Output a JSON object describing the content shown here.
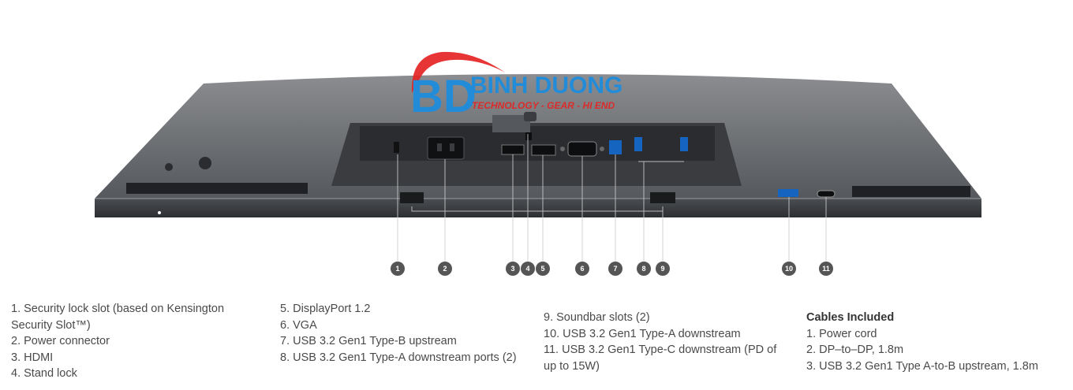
{
  "logo": {
    "initials": "BD",
    "name": "BINH DUONG",
    "tagline": "TECHNOLOGY - GEAR - HI END",
    "colors": {
      "blue": "#1b8de0",
      "red": "#e52424"
    }
  },
  "callouts": [
    "1",
    "2",
    "3",
    "4",
    "5",
    "6",
    "7",
    "8",
    "9",
    "10",
    "11"
  ],
  "legend": {
    "col1": [
      "1. Security lock slot (based on Kensington Security Slot™)",
      "2. Power connector",
      "3. HDMI",
      "4. Stand lock"
    ],
    "col2": [
      "5. DisplayPort 1.2",
      "6. VGA",
      "7. USB 3.2 Gen1 Type-B upstream",
      "8. USB 3.2 Gen1 Type-A downstream ports (2)"
    ],
    "col3": [
      "9. Soundbar slots (2)",
      "10. USB 3.2 Gen1 Type-A downstream",
      "11. USB 3.2 Gen1 Type-C downstream (PD of up to 15W)"
    ],
    "cables": {
      "heading": "Cables Included",
      "items": [
        "1. Power cord",
        "2. DP–to–DP, 1.8m",
        "3. USB 3.2 Gen1 Type A-to-B upstream, 1.8m"
      ]
    }
  }
}
